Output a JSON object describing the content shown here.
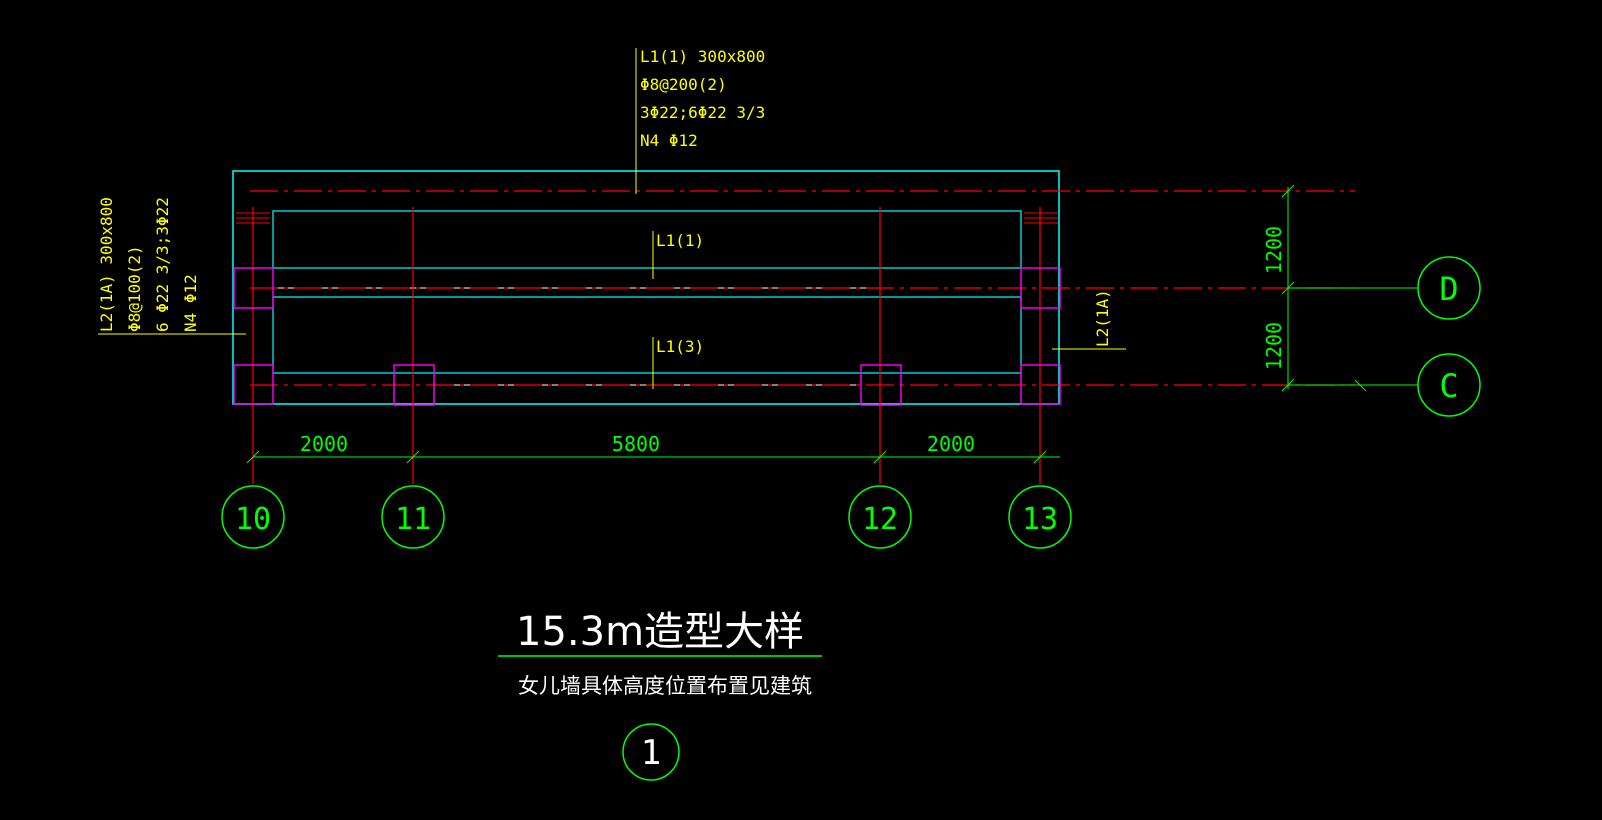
{
  "drawing": {
    "title": "15.3m造型大样",
    "subtitle": "女儿墙具体高度位置布置见建筑",
    "detail_number": "1"
  },
  "beams": {
    "l1_1_callout": {
      "lines": [
        "L1(1) 300x800",
        "Φ8@200(2)",
        "3Φ22;6Φ22 3/3",
        "N4 Φ12"
      ]
    },
    "l2_1a_callout": {
      "lines": [
        "L2(1A) 300x800",
        "Φ8@100(2)",
        "6 Φ22 3/3;3Φ22",
        "N4 Φ12"
      ]
    },
    "l1_1_label": "L1(1)",
    "l1_3_label": "L1(3)",
    "l2_1a_label": "L2(1A)"
  },
  "axes": {
    "vertical": [
      "10",
      "11",
      "12",
      "13"
    ],
    "horizontal": [
      "D",
      "C"
    ]
  },
  "dimensions": {
    "horizontal": [
      "2000",
      "5800",
      "2000"
    ],
    "vertical": [
      "1200",
      "1200"
    ]
  },
  "colors": {
    "background": "#000000",
    "axis_line": "#ff0000",
    "beam_outline": "#00ffff",
    "column": "#ff00ff",
    "annotation_text": "#ffff00",
    "dimension": "#00ff00",
    "axis_bubble": "#00ff00",
    "detail_line": "#ffffff"
  }
}
